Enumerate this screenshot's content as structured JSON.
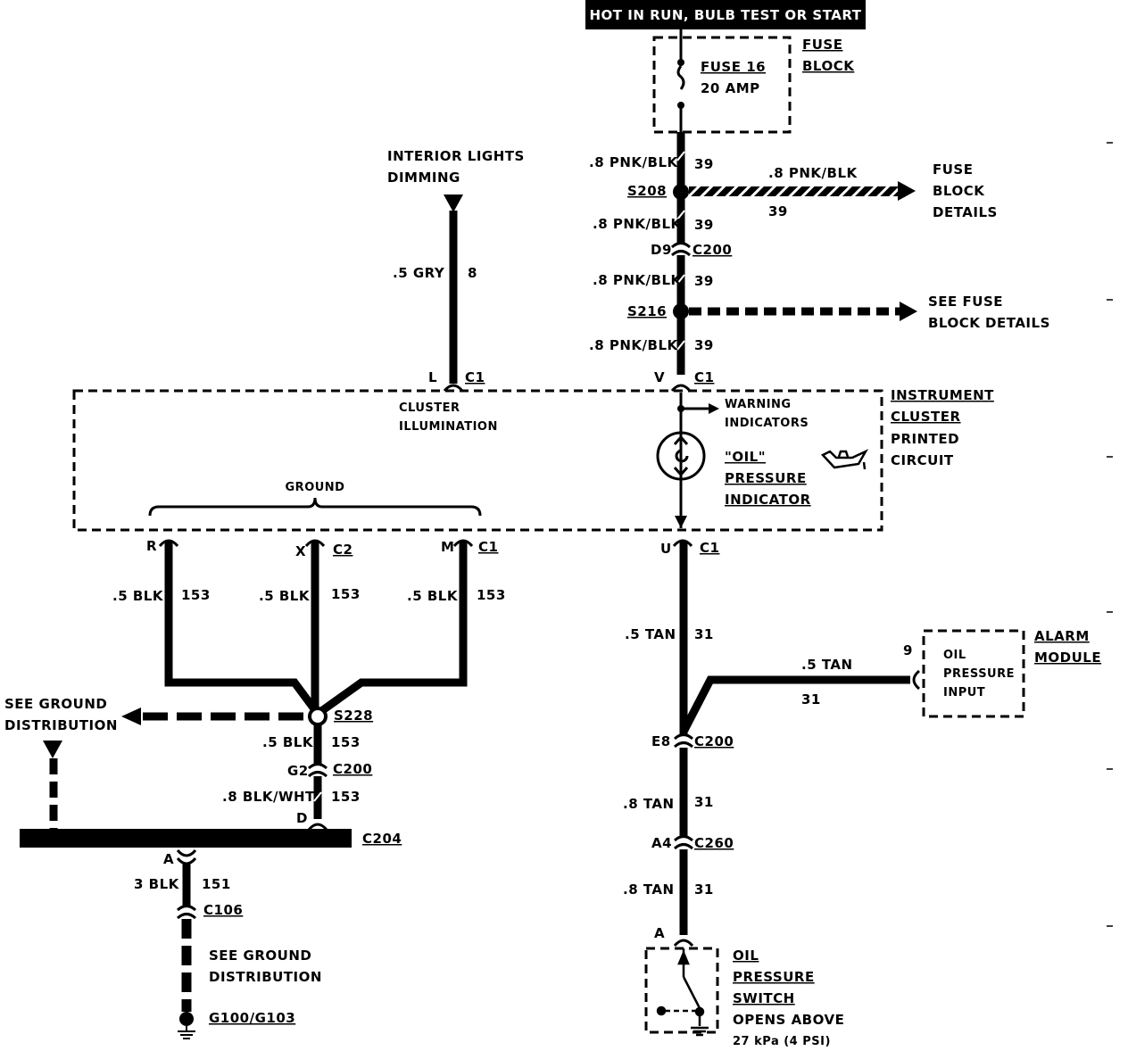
{
  "header": {
    "power_label": "HOT IN RUN, BULB TEST OR START"
  },
  "fuse_block": {
    "title_1": "FUSE",
    "title_2": "BLOCK",
    "fuse_name": "FUSE 16",
    "fuse_rating": "20 AMP"
  },
  "dimming": {
    "label_1": "INTERIOR LIGHTS",
    "label_2": "DIMMING",
    "wire_color": ".5 GRY",
    "circuit": "8",
    "pin": "L",
    "conn": "C1"
  },
  "feed": {
    "w1_color": ".8 PNK/BLK",
    "w1_circuit": "39",
    "splice_s208": "S208",
    "branch1_color": ".8 PNK/BLK",
    "branch1_circuit": "39",
    "branch1_dest_1": "FUSE",
    "branch1_dest_2": "BLOCK",
    "branch1_dest_3": "DETAILS",
    "w2_color": ".8 PNK/BLK",
    "w2_circuit": "39",
    "c200_pin": "D9",
    "c200_conn": "C200",
    "w3_color": ".8 PNK/BLK",
    "w3_circuit": "39",
    "splice_s216": "S216",
    "branch2_dest_1": "SEE FUSE",
    "branch2_dest_2": "BLOCK DETAILS",
    "w4_color": ".8 PNK/BLK",
    "w4_circuit": "39",
    "pin": "V",
    "conn": "C1"
  },
  "cluster": {
    "illum_1": "CLUSTER",
    "illum_2": "ILLUMINATION",
    "warn_1": "WARNING",
    "warn_2": "INDICATORS",
    "oil_1": "\"OIL\"",
    "oil_2": "PRESSURE",
    "oil_3": "INDICATOR",
    "ground_label": "GROUND",
    "title_1": "INSTRUMENT",
    "title_2": "CLUSTER",
    "title_3": "PRINTED",
    "title_4": "CIRCUIT"
  },
  "grounds": {
    "r_pin": "R",
    "x_pin": "X",
    "x_conn": "C2",
    "m_pin": "M",
    "m_conn": "C1",
    "r_color": ".5 BLK",
    "r_circuit": "153",
    "x_color": ".5 BLK",
    "x_circuit": "153",
    "m_color": ".5 BLK",
    "m_circuit": "153",
    "splice_s228": "S228",
    "see_ground_1": "SEE GROUND",
    "see_ground_2": "DISTRIBUTION",
    "w5_color": ".5 BLK",
    "w5_circuit": "153",
    "c200_pin": "G2",
    "c200_conn": "C200",
    "w6_color": ".8 BLK/WHT",
    "w6_circuit": "153",
    "c204_pin": "D",
    "c204_conn": "C204",
    "a_pin": "A",
    "w7_color": "3 BLK",
    "w7_circuit": "151",
    "c106_conn": "C106",
    "dist_1": "SEE GROUND",
    "dist_2": "DISTRIBUTION",
    "g_label": "G100/G103"
  },
  "sender": {
    "u_pin": "U",
    "u_conn": "C1",
    "w1_color": ".5 TAN",
    "w1_circuit": "31",
    "branch_color": ".5 TAN",
    "branch_circuit": "31",
    "alarm_pin": "9",
    "alarm_input_1": "OIL",
    "alarm_input_2": "PRESSURE",
    "alarm_input_3": "INPUT",
    "alarm_title_1": "ALARM",
    "alarm_title_2": "MODULE",
    "e8_pin": "E8",
    "e8_conn": "C200",
    "w2_color": ".8 TAN",
    "w2_circuit": "31",
    "a4_pin": "A4",
    "a4_conn": "C260",
    "w3_color": ".8 TAN",
    "w3_circuit": "31",
    "switch_pin": "A",
    "switch_1": "OIL",
    "switch_2": "PRESSURE",
    "switch_3": "SWITCH",
    "switch_4": "OPENS ABOVE",
    "switch_5": "27 kPa (4 PSI)"
  }
}
